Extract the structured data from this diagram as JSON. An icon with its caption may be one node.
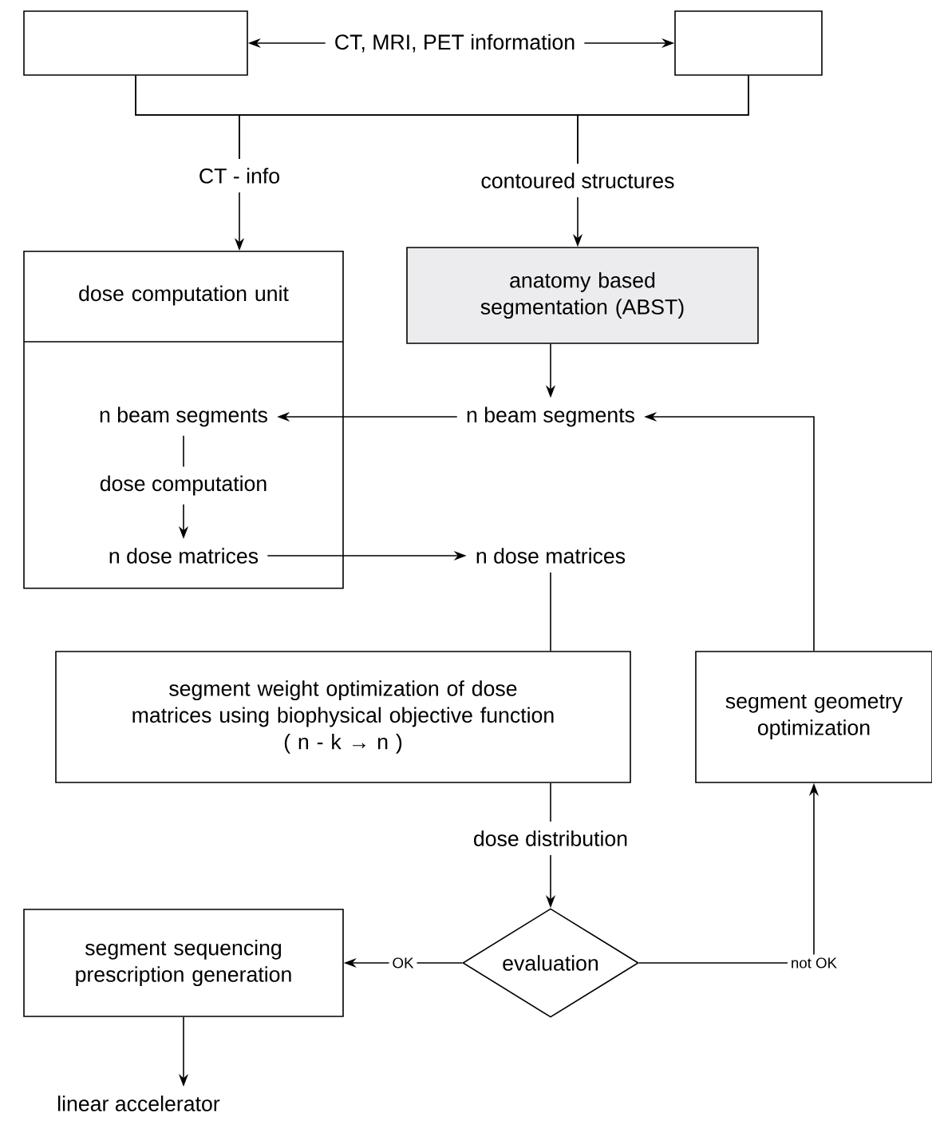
{
  "diagram": {
    "nodes": [
      {
        "text": [],
        "shape": "box"
      },
      {
        "text": [],
        "shape": "box"
      },
      {
        "text": [
          "CT, MRI, PET information"
        ]
      },
      {
        "text": [
          "CT - info"
        ]
      },
      {
        "text": [
          "contoured structures"
        ]
      },
      {
        "text": [
          "dose computation unit"
        ]
      },
      {
        "text": [
          "anatomy based segmentation (ABST)"
        ]
      },
      {
        "text": [
          "n beam segments"
        ],
        "in": 5
      },
      {
        "text": [
          "dose computation"
        ],
        "in": 5
      },
      {
        "text": [
          "n dose matrices"
        ],
        "in": 5
      },
      {
        "text": [
          "n beam segments"
        ]
      },
      {
        "text": [
          "n dose matrices"
        ]
      },
      {
        "text": [
          "segment weight optimization of dose matrices using biophysical objective function",
          "( n - k → n )"
        ]
      },
      {
        "text": [
          "segment geometry optimization"
        ]
      },
      {
        "text": [
          "dose distribution"
        ]
      },
      {
        "text": [
          "evaluation"
        ]
      },
      {
        "text": [
          "segment sequencing prescription generation"
        ]
      },
      {
        "text": [
          "linear accelerator"
        ]
      }
    ],
    "edges": [
      {
        "from": 2,
        "to": 0,
        "arrow": "to"
      },
      {
        "from": 2,
        "to": 1,
        "arrow": "to"
      },
      {
        "from": 0,
        "to": 3,
        "arrow": "none"
      },
      {
        "from": 1,
        "to": 3,
        "arrow": "none"
      },
      {
        "from": 0,
        "to": 4,
        "arrow": "none"
      },
      {
        "from": 1,
        "to": 4,
        "arrow": "none"
      },
      {
        "from": 3,
        "to": 5,
        "arrow": "to"
      },
      {
        "from": 4,
        "to": 6,
        "arrow": "to"
      },
      {
        "from": 6,
        "to": 10,
        "arrow": "to"
      },
      {
        "from": 10,
        "to": 7,
        "arrow": "to"
      },
      {
        "from": 7,
        "to": 8,
        "arrow": "none"
      },
      {
        "from": 8,
        "to": 9,
        "arrow": "to"
      },
      {
        "from": 9,
        "to": 11,
        "arrow": "to"
      },
      {
        "from": 11,
        "to": 12,
        "arrow": "none"
      },
      {
        "from": 12,
        "to": 14,
        "arrow": "none"
      },
      {
        "from": 14,
        "to": 15,
        "arrow": "to"
      },
      {
        "from": 15,
        "to": 16,
        "arrow": "to",
        "label": "OK"
      },
      {
        "from": 15,
        "to": 13,
        "arrow": "to",
        "label": "not OK"
      },
      {
        "from": 13,
        "to": 10,
        "arrow": "to"
      },
      {
        "from": 16,
        "to": 17,
        "arrow": "to"
      }
    ]
  }
}
